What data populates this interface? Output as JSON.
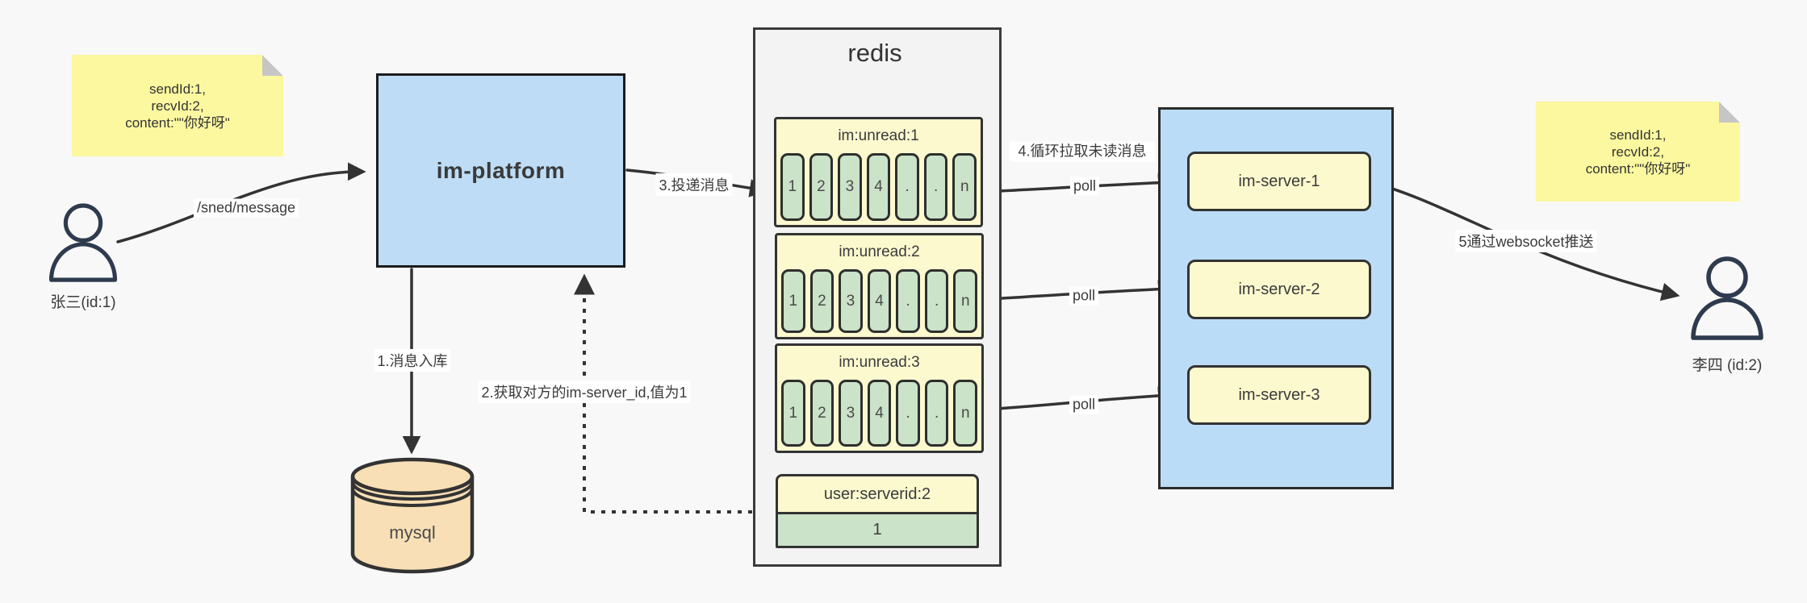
{
  "actors": {
    "left": {
      "label": "张三(id:1)"
    },
    "right": {
      "label": "李四 (id:2)"
    }
  },
  "notes": {
    "left": {
      "lines": [
        "sendId:1,",
        "recvId:2,",
        "content:\"\"你好呀\""
      ]
    },
    "right": {
      "lines": [
        "sendId:1,",
        "recvId:2,",
        "content:\"\"你好呀\""
      ]
    }
  },
  "platform": {
    "label": "im-platform"
  },
  "database": {
    "label": "mysql"
  },
  "redis": {
    "title": "redis",
    "queues": [
      {
        "header": "im:unread:1",
        "cells": [
          "1",
          "2",
          "3",
          "4",
          ".",
          ".",
          "n"
        ]
      },
      {
        "header": "im:unread:2",
        "cells": [
          "1",
          "2",
          "3",
          "4",
          ".",
          ".",
          "n"
        ]
      },
      {
        "header": "im:unread:3",
        "cells": [
          "1",
          "2",
          "3",
          "4",
          ".",
          ".",
          "n"
        ]
      }
    ],
    "kv": {
      "header": "user:serverid:2",
      "value": "1"
    }
  },
  "servers": {
    "items": [
      {
        "label": "im-server-1"
      },
      {
        "label": "im-server-2"
      },
      {
        "label": "im-server-3"
      }
    ]
  },
  "edges": {
    "send": "/sned/message",
    "store": "1.消息入库",
    "get_serverid": "2.获取对方的im-server_id,值为1",
    "deliver": "3.投递消息",
    "pull": "4.循环拉取未读消息",
    "poll": "poll",
    "push": "5通过websocket推送"
  },
  "colors": {
    "background": "#F8F8F8",
    "platform_blue": "#BEDCF5",
    "servers_blue": "#BBDCF6",
    "note_yellow": "#FBF89F",
    "queue_yellow": "#FCF9CF",
    "cell_green": "#CBE3C8",
    "mysql_tan": "#F8DFB6",
    "redis_gray": "#F3F3F3",
    "line_dark": "#333333"
  }
}
